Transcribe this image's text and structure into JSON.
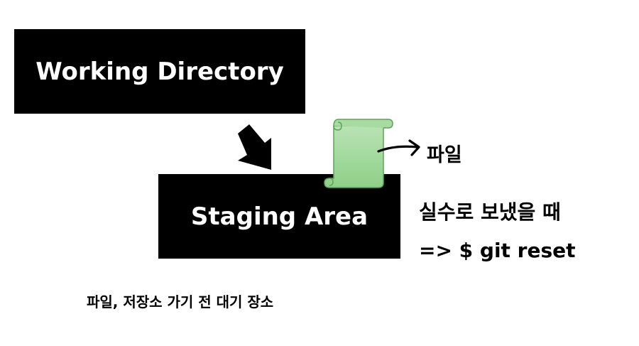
{
  "diagram": {
    "working_directory_label": "Working Directory",
    "staging_area_label": "Staging Area",
    "file_label": "파일",
    "mistake_note": "실수로 보냈을 때",
    "reset_command": "=> $ git reset",
    "caption": "파일, 저장소 가기 전 대기 장소"
  },
  "colors": {
    "box_fill": "#000000",
    "box_text": "#ffffff",
    "file_icon_fill": "#9fd59a",
    "file_icon_stroke": "#6aa964",
    "arrow": "#000000"
  },
  "icons": {
    "down_arrow": "arrow-down-right-icon",
    "file": "scroll-file-icon",
    "pointer": "curved-arrow-icon"
  }
}
